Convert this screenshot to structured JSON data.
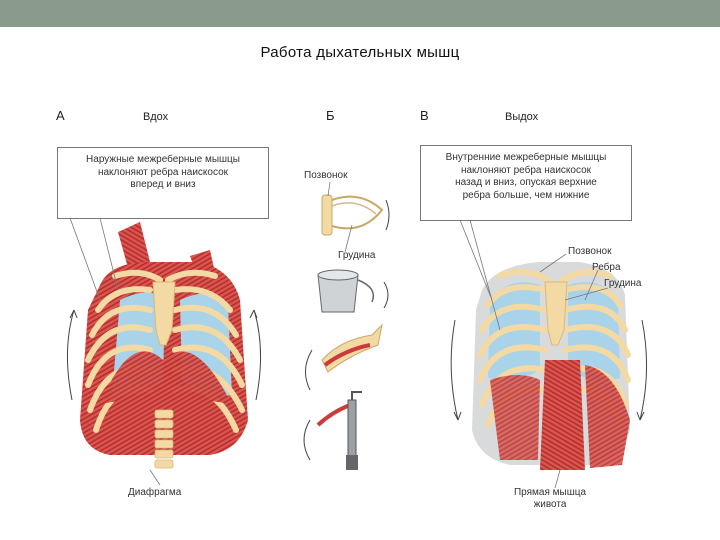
{
  "title": "Работа дыхательных мышц",
  "panels": {
    "a": {
      "letter": "А",
      "heading": "Вдох",
      "callout": [
        "Наружные межреберные мышцы",
        "наклоняют ребра наискосок",
        "вперед и вниз"
      ],
      "bottom_label": "Диафрагма"
    },
    "b": {
      "letter": "Б",
      "label_vertebra": "Позвонок",
      "label_sternum": "Грудина"
    },
    "c": {
      "letter": "В",
      "heading": "Выдох",
      "callout": [
        "Внутренние межреберные мышцы",
        "наклоняют ребра наискосок",
        "назад и вниз, опуская верхние",
        "ребра больше, чем нижние"
      ],
      "label_vertebra": "Позвонок",
      "label_ribs": "Ребра",
      "label_sternum": "Грудина",
      "bottom_label": [
        "Прямая мышца",
        "живота"
      ]
    }
  },
  "colors": {
    "topbar": "#8a9a8c",
    "bone": "#f3d9a4",
    "muscle": "#cc3a3a",
    "muscle_light": "#e88a7a",
    "lung_blue": "#a9d3e8"
  }
}
